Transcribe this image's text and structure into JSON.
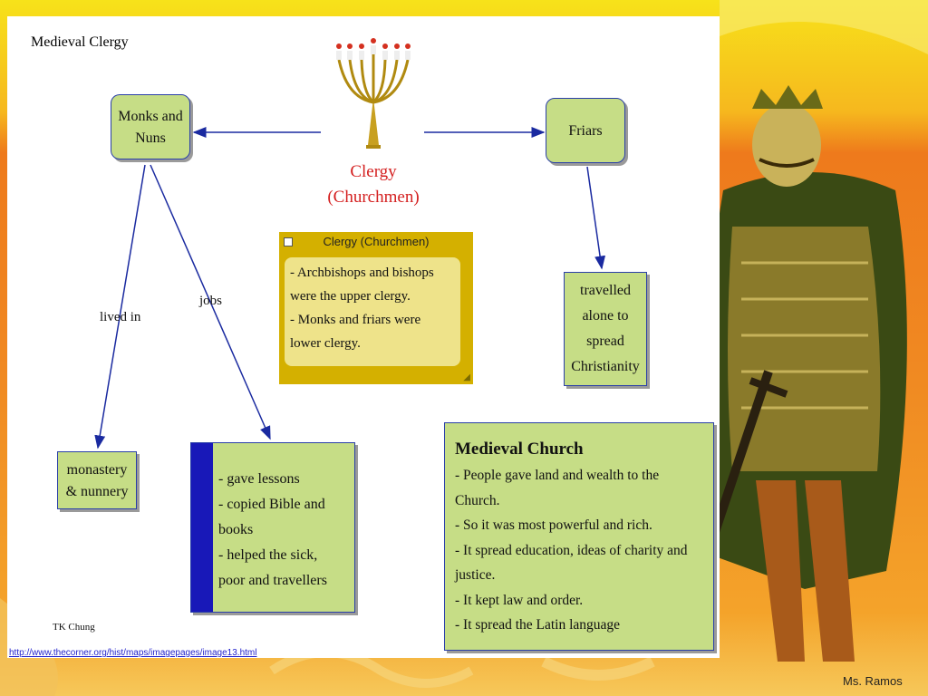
{
  "slide_title": "Medieval Clergy",
  "center": {
    "line1": "Clergy",
    "line2": "(Churchmen)"
  },
  "nodes": {
    "monks": {
      "line1": "Monks and",
      "line2": "Nuns"
    },
    "friars": {
      "label": "Friars"
    },
    "travelled": {
      "lines": [
        "travelled",
        "alone to",
        "spread",
        "Christianity"
      ]
    },
    "monastery": {
      "line1": "monastery",
      "line2": "& nunnery"
    },
    "jobs_box": {
      "lines": [
        "- gave lessons",
        "- copied Bible and",
        "books",
        "- helped the sick,",
        "poor and travellers"
      ]
    }
  },
  "links": {
    "lived_in": "lived in",
    "jobs": "jobs"
  },
  "note": {
    "title": "Clergy (Churchmen)",
    "lines": [
      "- Archbishops and bishops",
      "were the upper clergy.",
      "- Monks and friars were",
      "lower clergy."
    ]
  },
  "church": {
    "title": "Medieval Church",
    "lines": [
      "- People gave land and wealth to the",
      "Church.",
      "- So it was most powerful and rich.",
      "- It spread education, ideas of charity and",
      "justice.",
      "- It kept law and order.",
      "- It spread the Latin language"
    ]
  },
  "credit": "TK Chung",
  "source_url": "http://www.thecorner.org/hist/maps/imagepages/image13.html",
  "author": "Ms. Ramos",
  "colors": {
    "box_fill": "#c6dd86",
    "box_border": "#2a3fa8",
    "clergy_text": "#d42020",
    "note_fill": "#d4b000",
    "jobs_bar": "#1818b8"
  }
}
